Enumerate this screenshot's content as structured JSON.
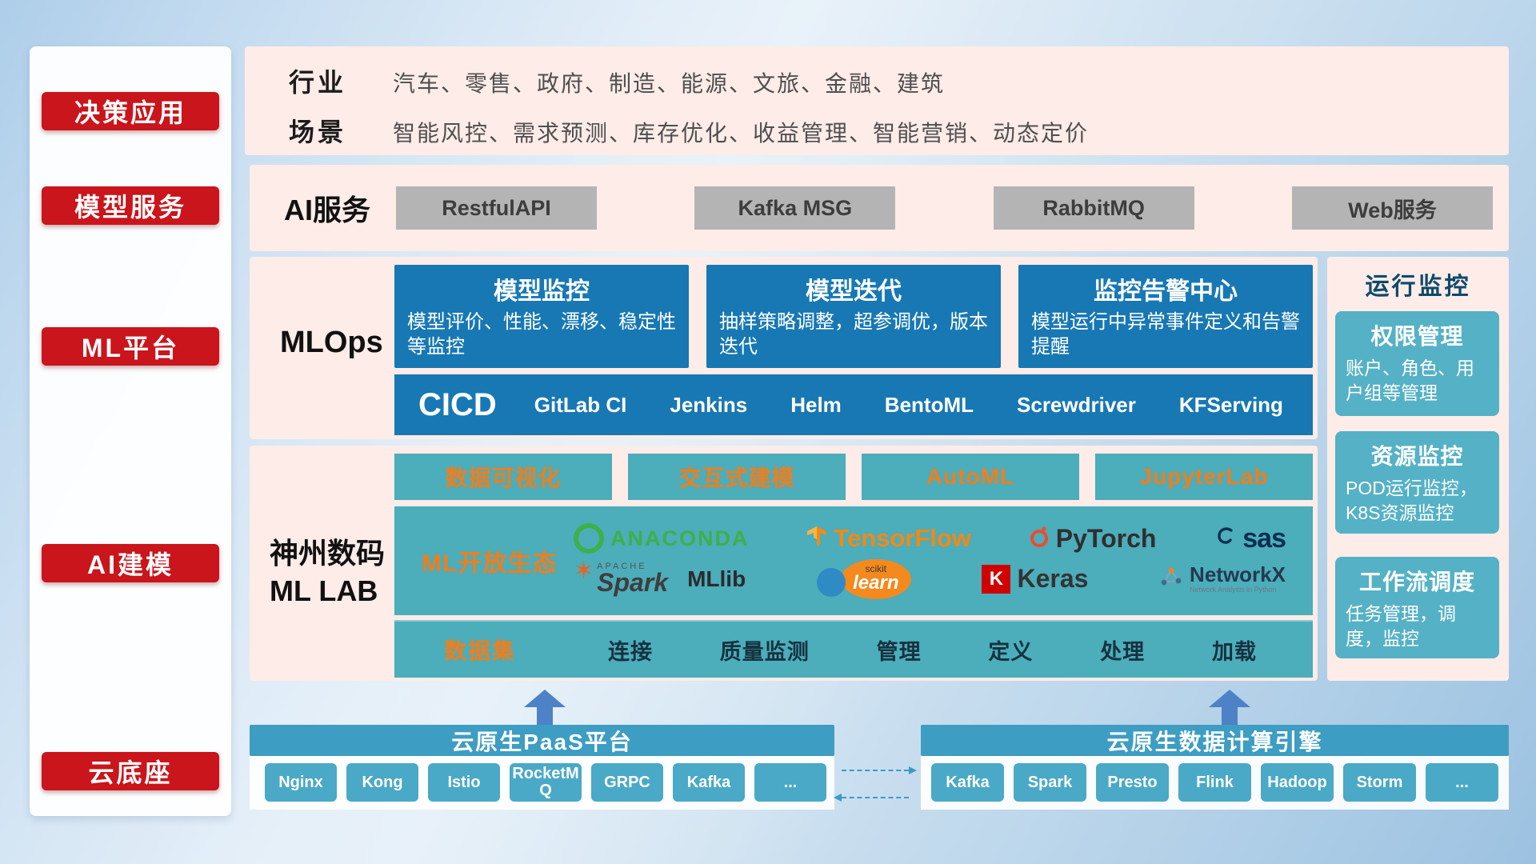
{
  "sidebar": {
    "items": [
      {
        "label": "决策应用"
      },
      {
        "label": "模型服务"
      },
      {
        "label": "ML平台"
      },
      {
        "label": "AI建模"
      },
      {
        "label": "云底座"
      }
    ]
  },
  "industry": {
    "row1_label": "行业",
    "row1_value": "汽车、零售、政府、制造、能源、文旅、金融、建筑",
    "row2_label": "场景",
    "row2_value": "智能风控、需求预测、库存优化、收益管理、智能营销、动态定价"
  },
  "ai_service": {
    "label": "AI服务",
    "buttons": [
      "RestfulAPI",
      "Kafka MSG",
      "RabbitMQ",
      "Web服务"
    ]
  },
  "mlops": {
    "label": "MLOps",
    "cards": [
      {
        "title": "模型监控",
        "desc": "模型评价、性能、漂移、稳定性等监控"
      },
      {
        "title": "模型迭代",
        "desc": "抽样策略调整，超参调优，版本迭代"
      },
      {
        "title": "监控告警中心",
        "desc": "模型运行中异常事件定义和告警提醒"
      }
    ],
    "cicd_label": "CICD",
    "cicd_tools": [
      "GitLab CI",
      "Jenkins",
      "Helm",
      "BentoML",
      "Screwdriver",
      "KFServing"
    ]
  },
  "monitoring": {
    "title": "运行监控",
    "cards": [
      {
        "title": "权限管理",
        "desc": "账户、角色、用户组等管理"
      },
      {
        "title": "资源监控",
        "desc": "POD运行监控，K8S资源监控"
      },
      {
        "title": "工作流调度",
        "desc": "任务管理，调度，监控"
      }
    ]
  },
  "mllab": {
    "label_line1": "神州数码",
    "label_line2": "ML LAB",
    "buttons": [
      "数据可视化",
      "交互式建模",
      "AutoML",
      "JupyterLab"
    ],
    "ecosystem_label": "ML开放生态",
    "logos": {
      "anaconda": "ANACONDA",
      "tensorflow": "TensorFlow",
      "pytorch": "PyTorch",
      "sas": "sas",
      "apache": "APACHE",
      "spark": "Spark",
      "mllib": "MLlib",
      "scikit": "scikit",
      "learn": "learn",
      "keras_k": "K",
      "keras": "Keras",
      "networkx": "NetworkX",
      "networkx_tagline": "Network Analysis in Python"
    },
    "dataset_label": "数据集",
    "dataset_items": [
      "连接",
      "质量监测",
      "管理",
      "定义",
      "处理",
      "加载"
    ]
  },
  "cloud": {
    "paas_title": "云原生PaaS平台",
    "paas_items": [
      "Nginx",
      "Kong",
      "Istio",
      "RocketMQ",
      "GRPC",
      "Kafka",
      "..."
    ],
    "engine_title": "云原生数据计算引擎",
    "engine_items": [
      "Kafka",
      "Spark",
      "Presto",
      "Flink",
      "Hadoop",
      "Storm",
      "..."
    ]
  },
  "colors": {
    "badge_red": "#c9151b",
    "deep_blue": "#1878b4",
    "teal": "#4cadbb",
    "accent_orange": "#f07e1a",
    "bar_blue": "#3d9dc3",
    "panel_pink": "#fdece8"
  }
}
